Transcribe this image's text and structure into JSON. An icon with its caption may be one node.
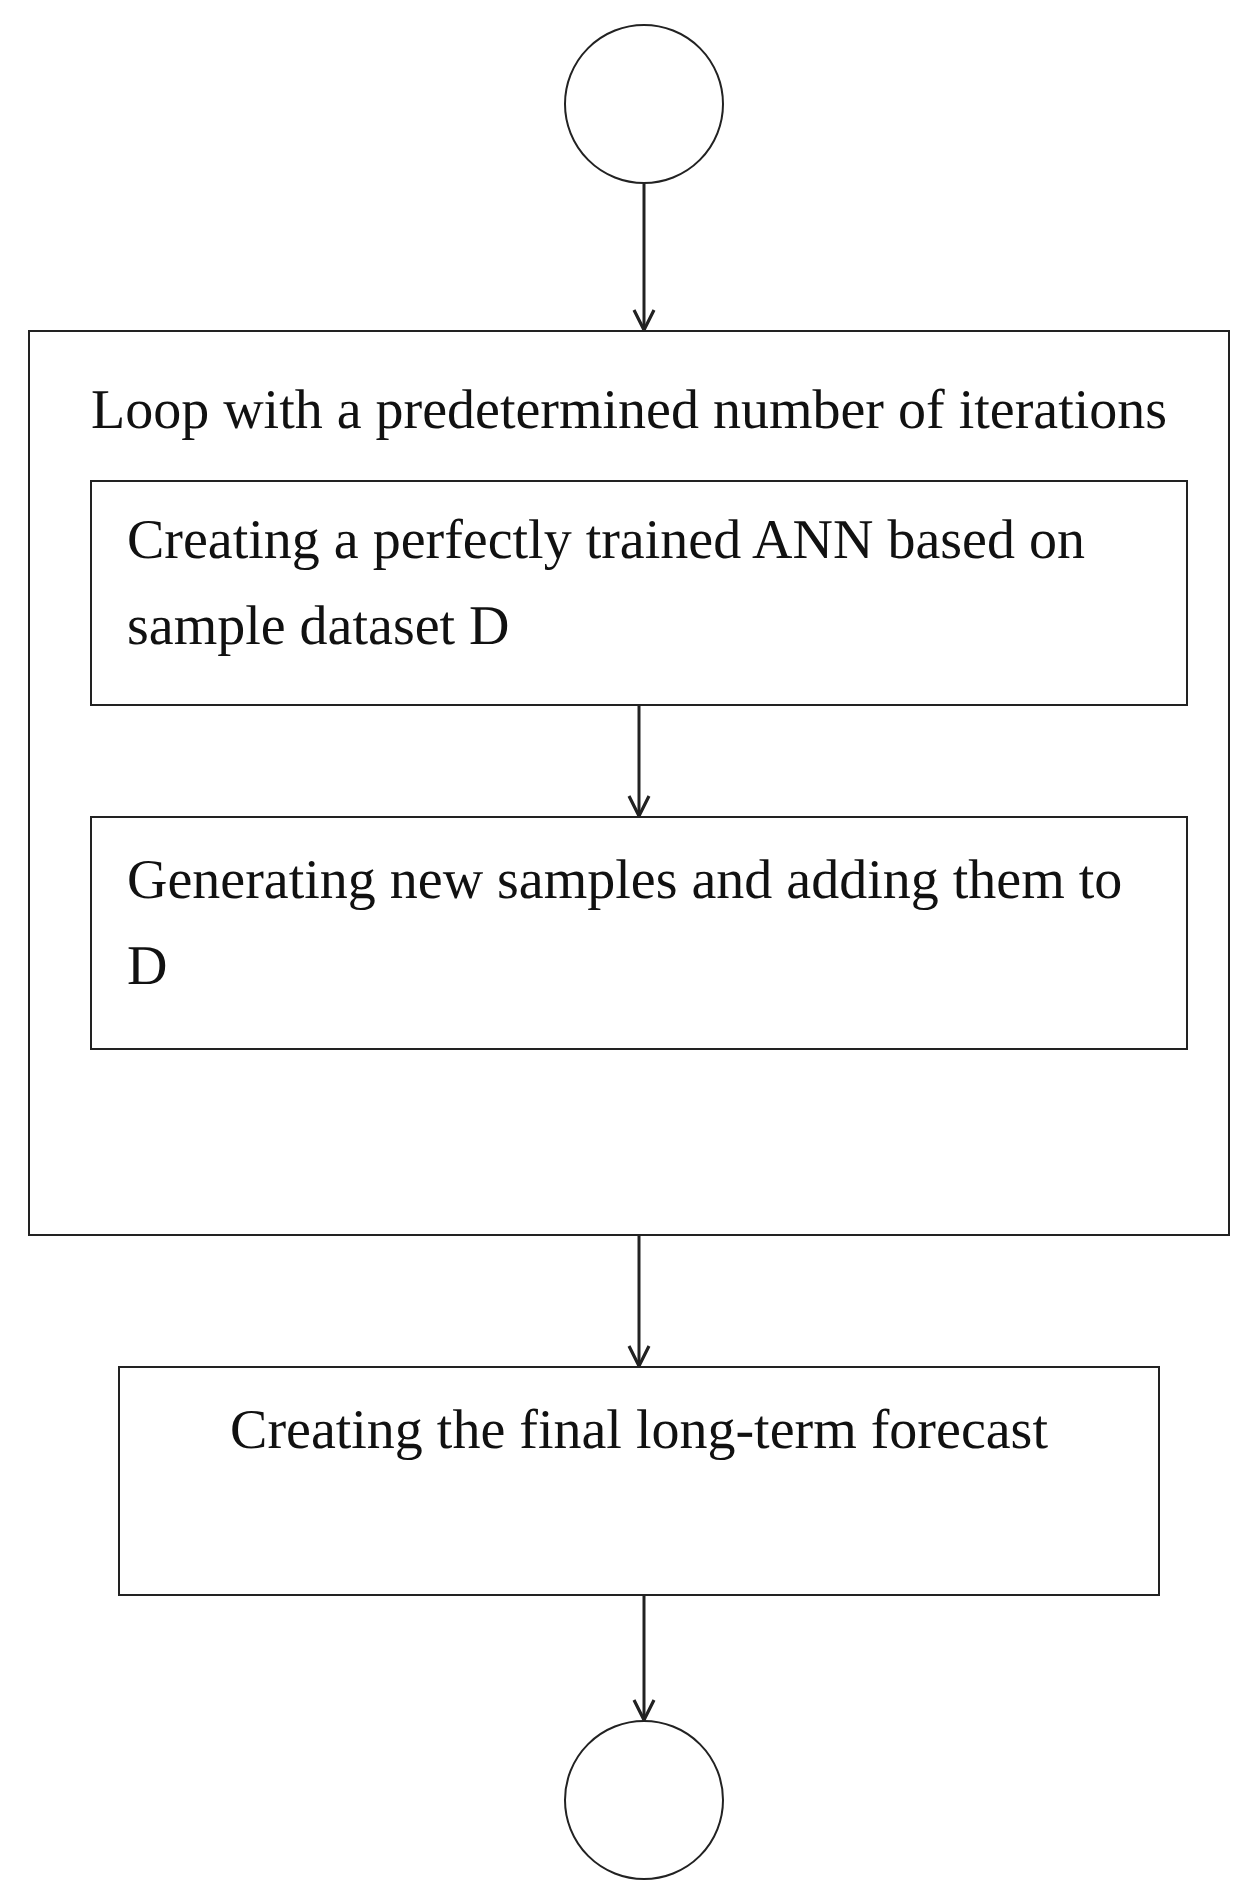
{
  "diagram": {
    "nodes": [
      {
        "text": [],
        "shape": "circle"
      },
      {
        "text": [
          "Loop with a predetermined number of iterations"
        ]
      },
      {
        "text": [
          "Creating a perfectly trained ANN based on sample dataset D"
        ],
        "in": 1
      },
      {
        "text": [
          "Generating new samples and adding them to D"
        ],
        "in": 1
      },
      {
        "text": [
          "Creating the final long-term forecast"
        ]
      },
      {
        "text": [],
        "shape": "circle"
      }
    ],
    "edges": [
      {
        "from": 0,
        "to": 1,
        "arrow": "to"
      },
      {
        "from": 2,
        "to": 3,
        "arrow": "to"
      },
      {
        "from": 1,
        "to": 4,
        "arrow": "to"
      },
      {
        "from": 4,
        "to": 5,
        "arrow": "to"
      }
    ]
  }
}
